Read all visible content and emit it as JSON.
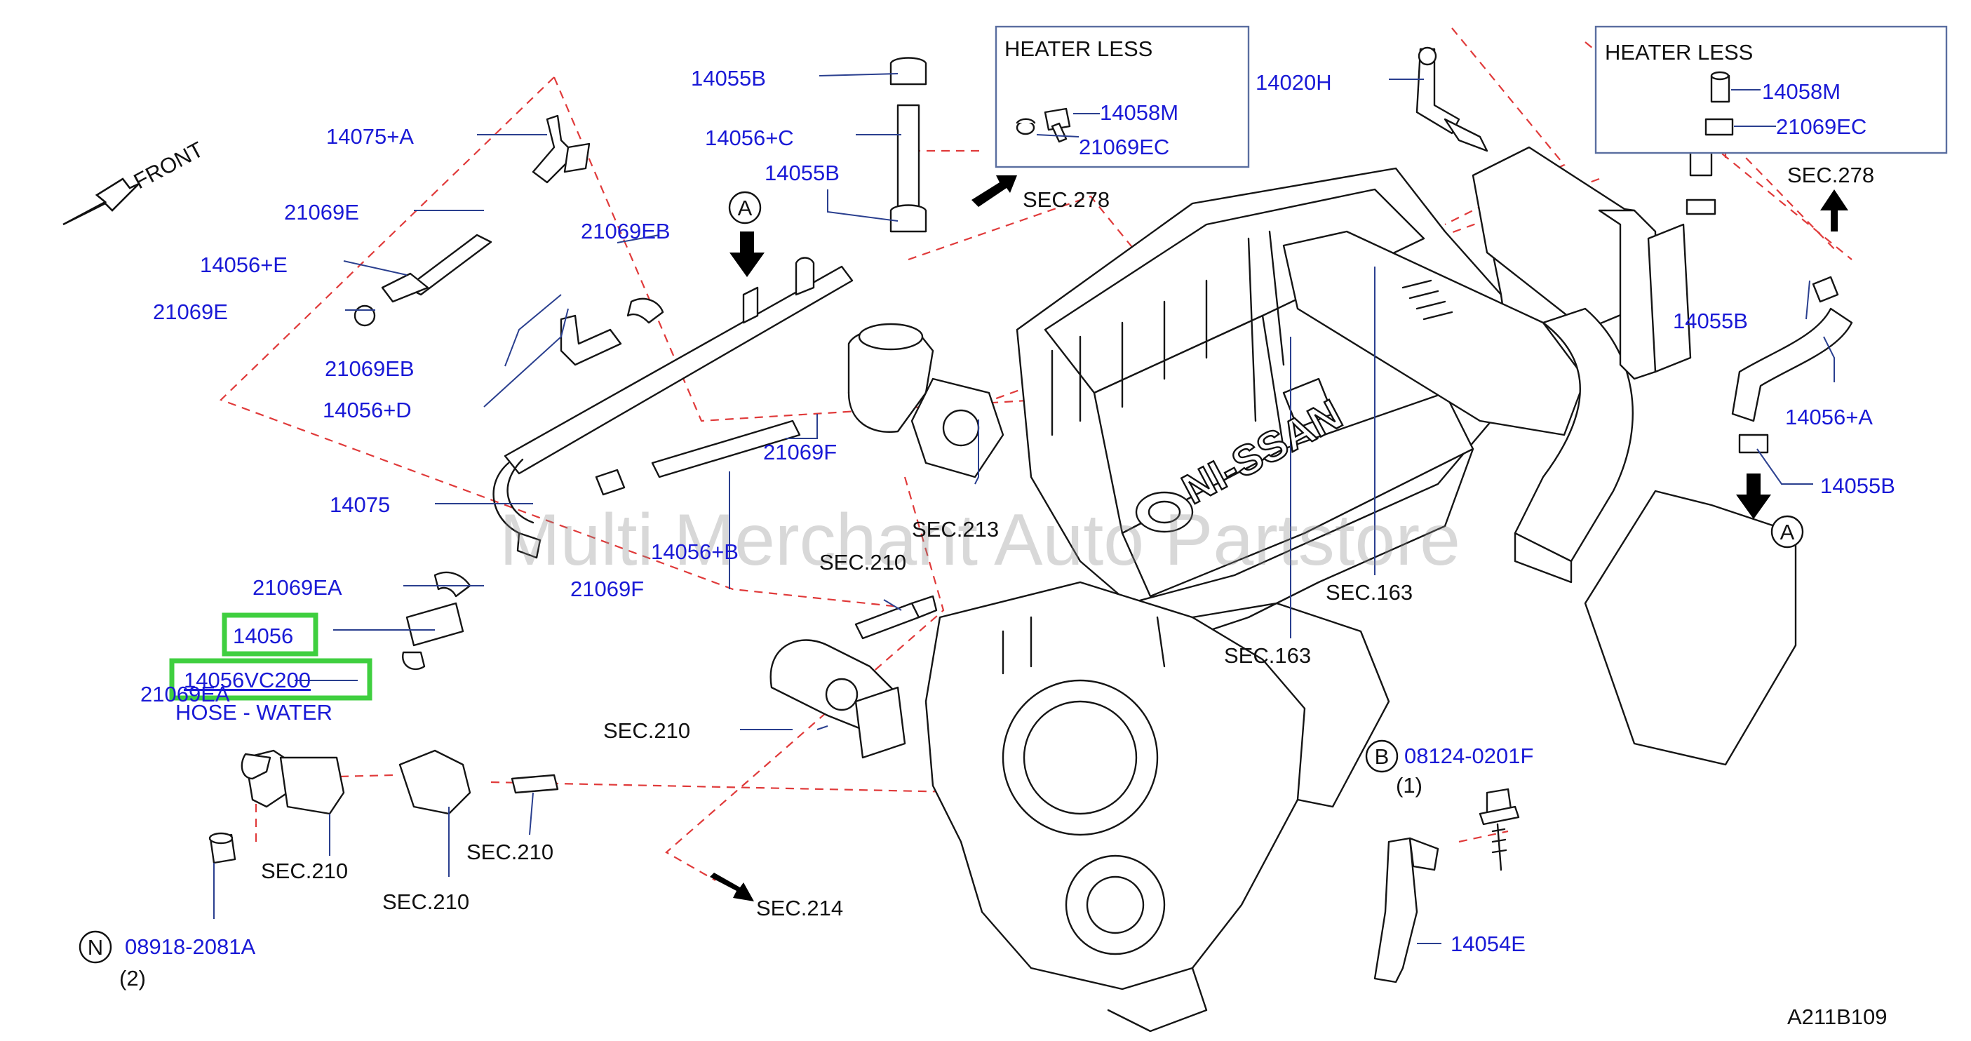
{
  "diagram": {
    "front_label": "FRONT",
    "diagram_id": "A211B109",
    "watermark": "Multi Merchant Auto Partstore",
    "heater_less_left": "HEATER  LESS",
    "heater_less_right": "HEATER  LESS",
    "markers": {
      "a1": "A",
      "a2": "A",
      "b": "B",
      "n": "N"
    },
    "parts": {
      "p14055B_1": "14055B",
      "p14056C": "14056+C",
      "p14055B_2": "14055B",
      "p14058M_1": "14058M",
      "p21069EC_1": "21069EC",
      "p14020H": "14020H",
      "p14058M_2": "14058M",
      "p21069EC_2": "21069EC",
      "p14075A": "14075+A",
      "p21069E_1": "21069E",
      "p21069EB_1": "21069EB",
      "p14056E": "14056+E",
      "p21069E_2": "21069E",
      "p21069EB_2": "21069EB",
      "p14056D": "14056+D",
      "p14075": "14075",
      "p21069F_1": "21069F",
      "p14056B": "14056+B",
      "p21069F_2": "21069F",
      "p21069EA_1": "21069EA",
      "p14056": "14056",
      "p14056VC200": "14056VC200",
      "p21069EA_2": "21069EA",
      "p14055B_3": "14055B",
      "p14056A": "14056+A",
      "p14055B_4": "14055B",
      "p08124": "08124-0201F",
      "p14054E": "14054E",
      "p08918": "08918-2081A"
    },
    "hose_desc": "HOSE - WATER",
    "secs": {
      "s278_1": "SEC.278",
      "s278_2": "SEC.278",
      "s213": "SEC.213",
      "s210_1": "SEC.210",
      "s163_1": "SEC.163",
      "s163_2": "SEC.163",
      "s210_2": "SEC.210",
      "s210_3": "SEC.210",
      "s210_4": "SEC.210",
      "s210_5": "SEC.210",
      "s214": "SEC.214"
    },
    "qty": {
      "q1": "(1)",
      "q2": "(2)"
    },
    "brand": "NI-SSAN"
  }
}
